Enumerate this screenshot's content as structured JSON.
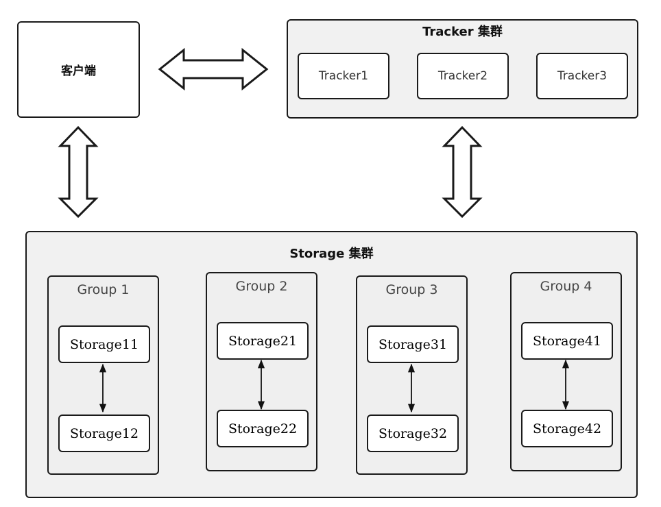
{
  "client": {
    "label": "客户端"
  },
  "tracker_cluster": {
    "title": "Tracker 集群",
    "trackers": [
      "Tracker1",
      "Tracker2",
      "Tracker3"
    ]
  },
  "storage_cluster": {
    "title": "Storage 集群",
    "groups": [
      {
        "label": "Group 1",
        "storages": [
          "Storage11",
          "Storage12"
        ]
      },
      {
        "label": "Group 2",
        "storages": [
          "Storage21",
          "Storage22"
        ]
      },
      {
        "label": "Group 3",
        "storages": [
          "Storage31",
          "Storage32"
        ]
      },
      {
        "label": "Group 4",
        "storages": [
          "Storage41",
          "Storage42"
        ]
      }
    ]
  }
}
